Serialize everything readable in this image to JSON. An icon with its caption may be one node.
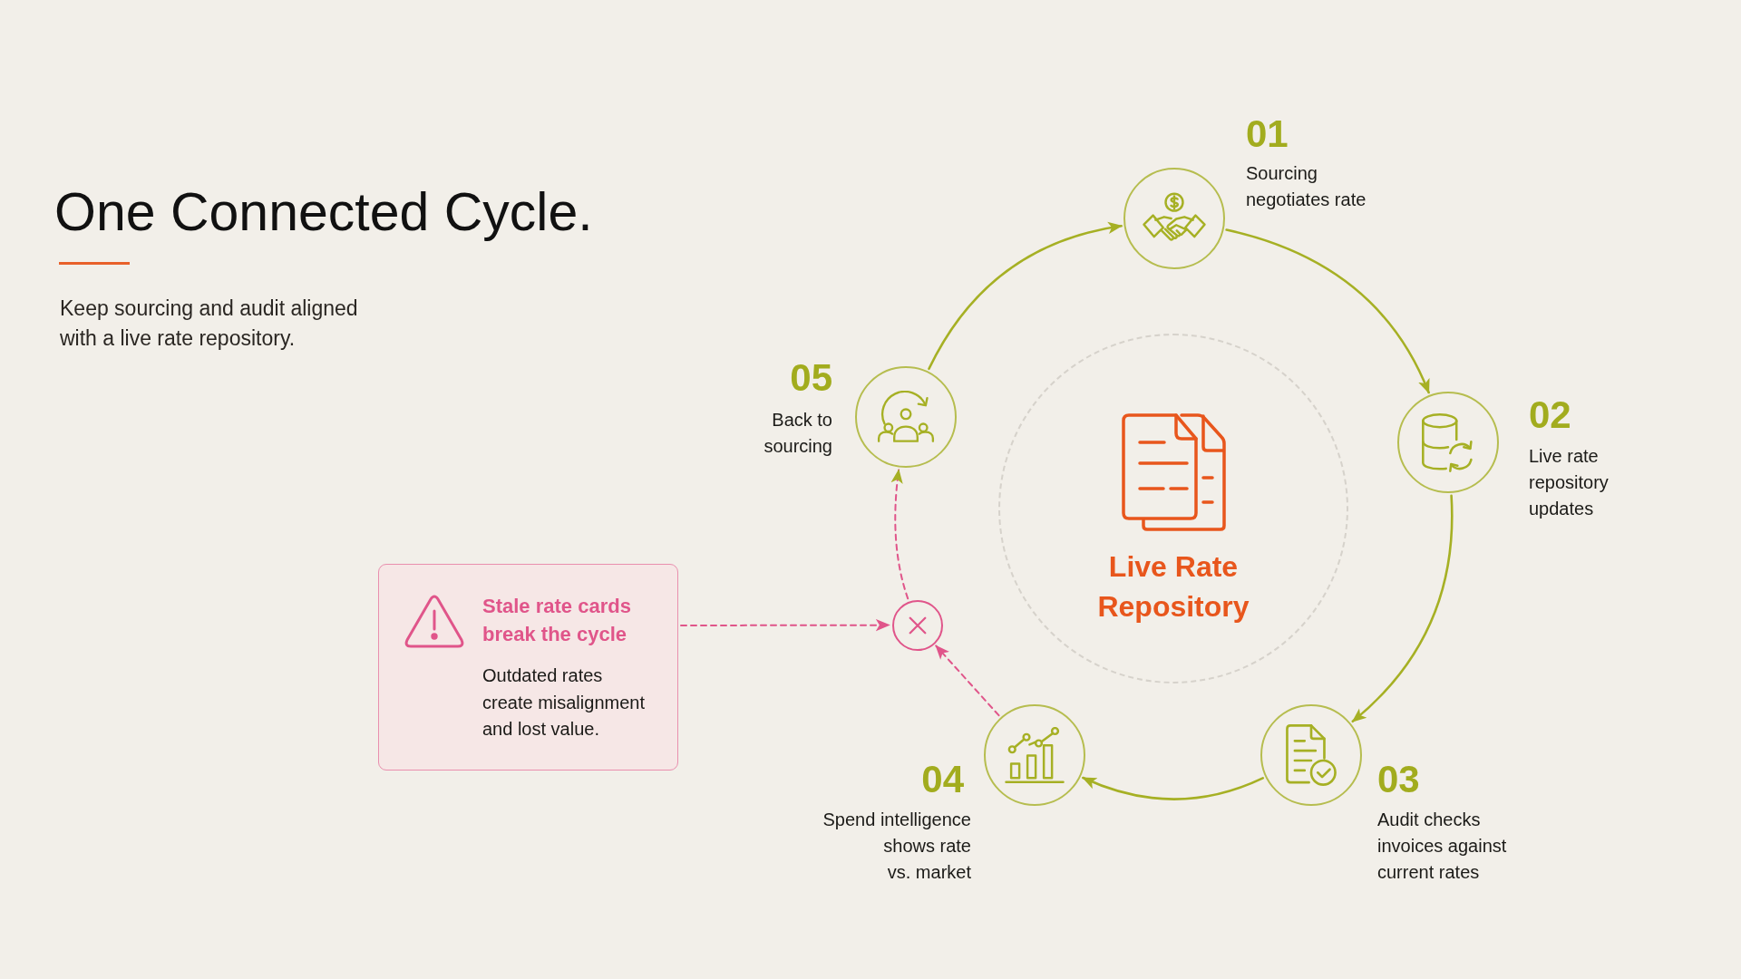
{
  "diagram": {
    "title": "One Connected Cycle.",
    "caption": "Keep sourcing and audit aligned with a live rate repository.",
    "nodes": [
      {
        "text": [],
        "shape": "circle",
        "beside": [
          "01",
          "Sourcing negotiates rate"
        ]
      },
      {
        "text": [],
        "shape": "circle",
        "beside": [
          "02",
          "Live rate repository updates"
        ]
      },
      {
        "text": [],
        "shape": "circle",
        "beside": [
          "03",
          "Audit checks invoices against current rates"
        ]
      },
      {
        "text": [],
        "shape": "circle",
        "beside": [
          "04",
          "Spend intelligence shows rate vs. market"
        ]
      },
      {
        "text": [],
        "shape": "circle",
        "beside": [
          "05",
          "Back to sourcing"
        ]
      },
      {
        "text": [
          "Live Rate Repository"
        ]
      },
      {
        "text": [
          "Stale rate cards break the cycle",
          "Outdated rates create misalignment and lost value."
        ]
      },
      {
        "text": [],
        "shape": "circle"
      }
    ],
    "edges": [
      {
        "from": 0,
        "to": 1,
        "arrow": "to"
      },
      {
        "from": 1,
        "to": 2,
        "arrow": "to"
      },
      {
        "from": 2,
        "to": 3,
        "arrow": "to"
      },
      {
        "from": 3,
        "to": 7,
        "arrow": "to",
        "style": "dashed",
        "color": "#e0558a"
      },
      {
        "from": 6,
        "to": 7,
        "arrow": "to",
        "style": "dashed",
        "color": "#e0558a"
      },
      {
        "from": 7,
        "to": 4,
        "arrow": "to",
        "style": "dashed",
        "color": "#e0558a"
      },
      {
        "from": 4,
        "to": 0,
        "arrow": "to"
      }
    ]
  }
}
